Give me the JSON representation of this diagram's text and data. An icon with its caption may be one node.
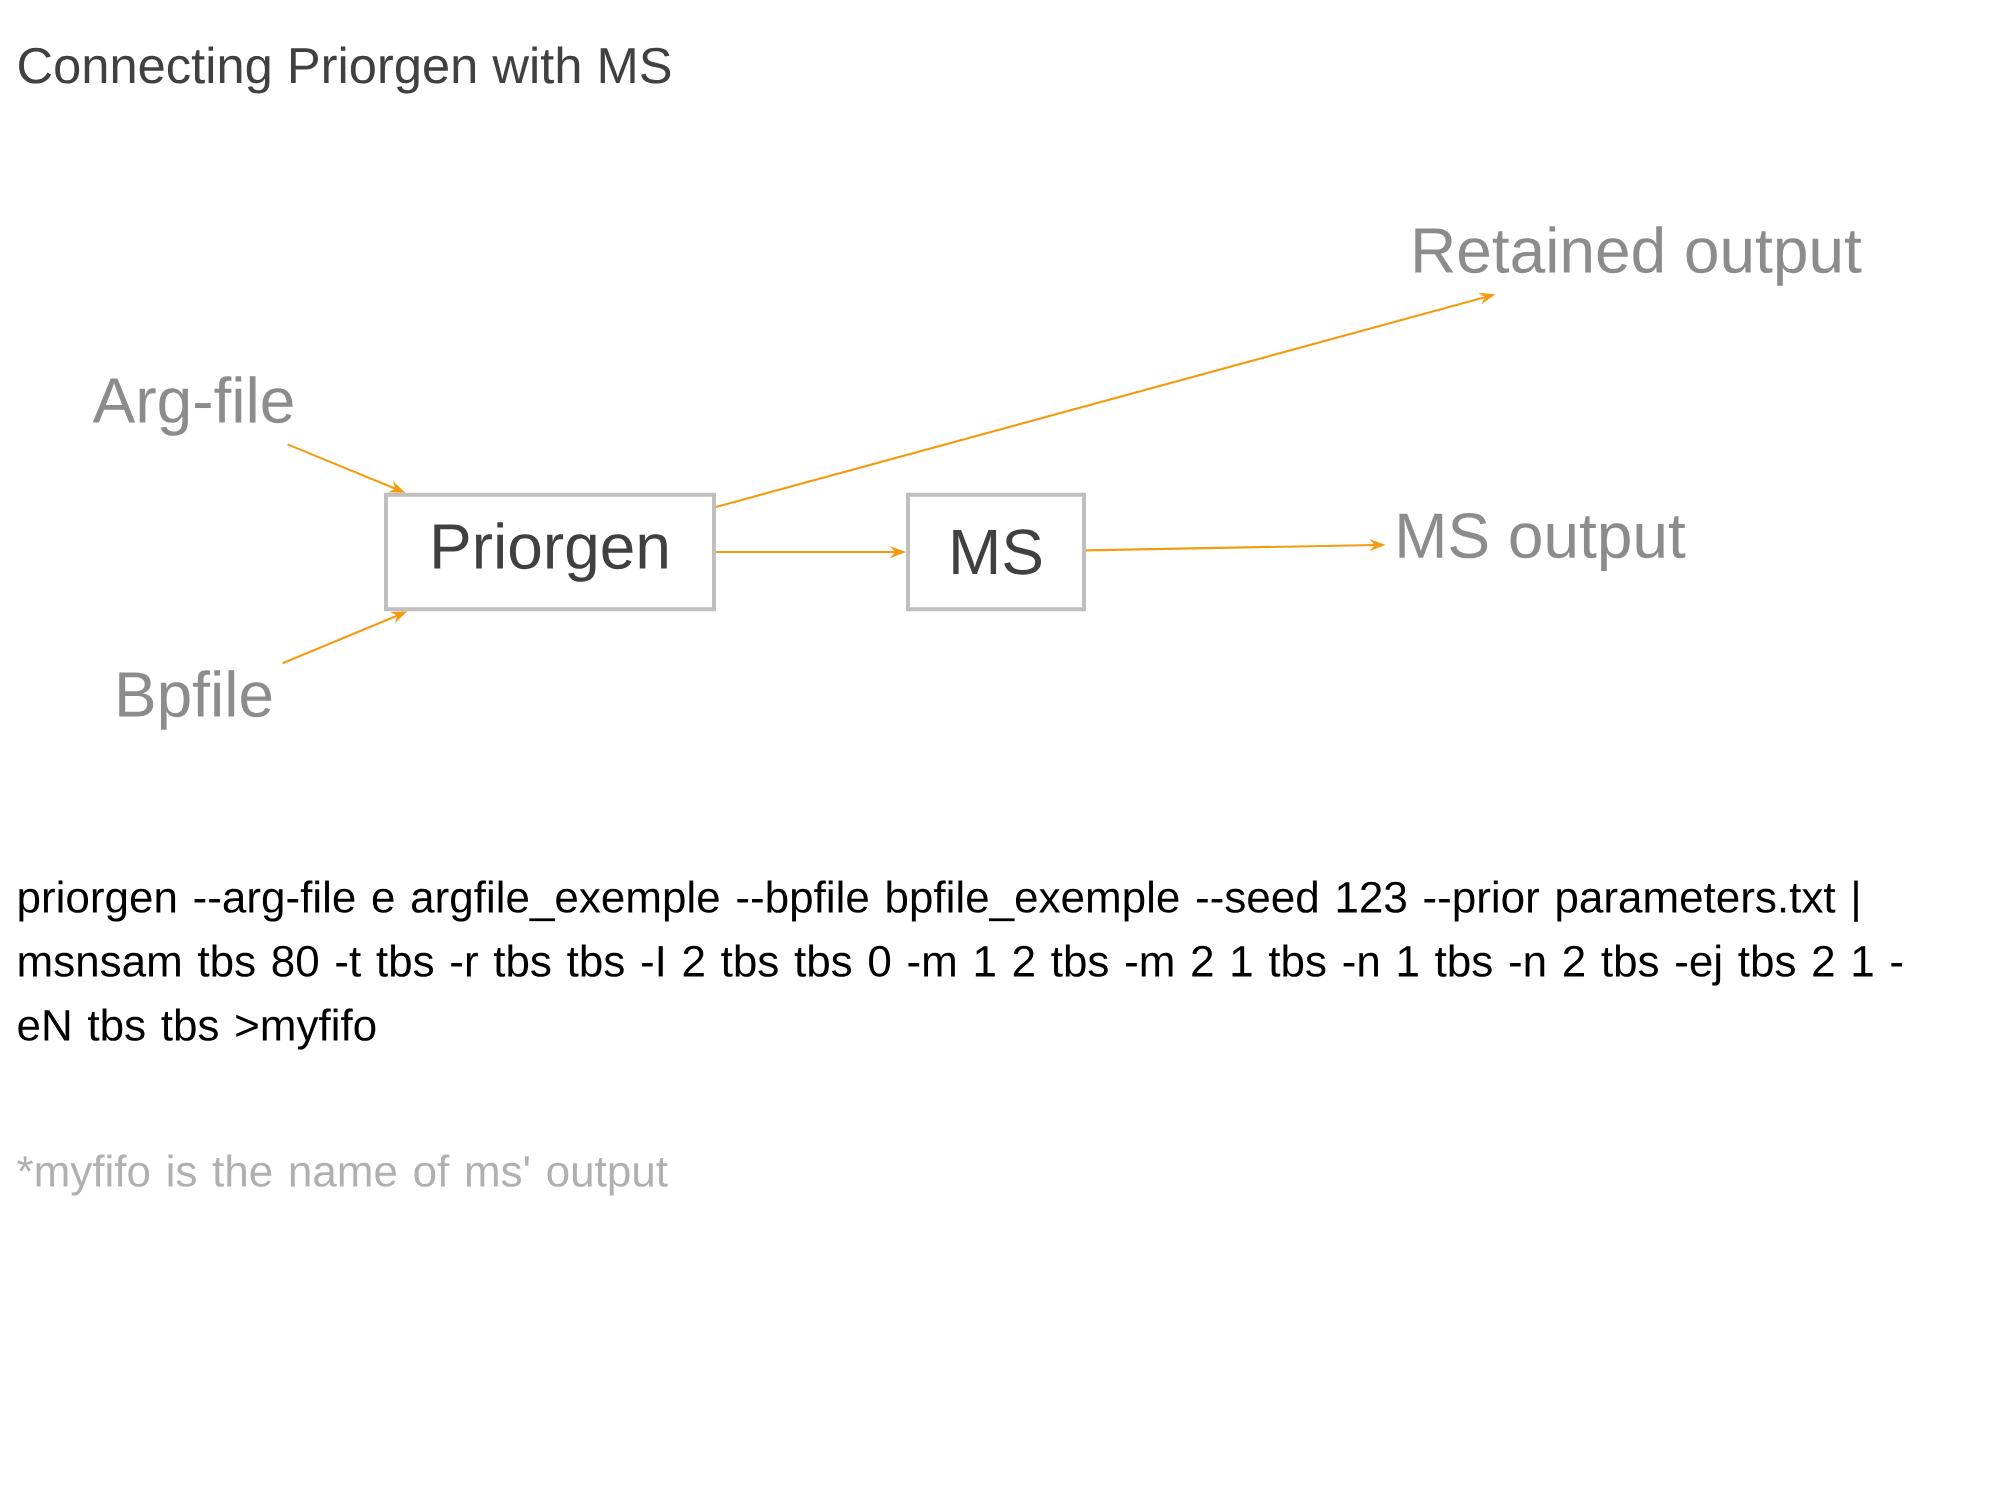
{
  "diagram": {
    "title": "Connecting Priorgen with MS",
    "nodes": [
      {
        "text": [
          "Retained output"
        ]
      },
      {
        "text": [
          "Arg-file"
        ]
      },
      {
        "text": [
          "Priorgen"
        ]
      },
      {
        "text": [
          "MS"
        ]
      },
      {
        "text": [
          "MS output"
        ]
      },
      {
        "text": [
          "Bpfile"
        ]
      }
    ],
    "edges": [
      {
        "from": 1,
        "to": 2,
        "arrow": "to"
      },
      {
        "from": 5,
        "to": 2,
        "arrow": "to"
      },
      {
        "from": 2,
        "to": 0,
        "arrow": "to"
      },
      {
        "from": 2,
        "to": 3,
        "arrow": "to"
      },
      {
        "from": 3,
        "to": 4,
        "arrow": "to"
      }
    ],
    "labels": [
      "priorgen --arg-file e argfile_exemple --bpfile bpfile_exemple --seed 123 --prior parameters.txt | msnsam tbs 80 -t tbs -r tbs tbs -I 2 tbs tbs 0 -m 1 2 tbs -m 2 1 tbs -n 1 tbs -n 2 tbs -ej tbs 2 1 -eN tbs tbs >myfifo",
      "*myfifo is the name of ms' output"
    ]
  }
}
